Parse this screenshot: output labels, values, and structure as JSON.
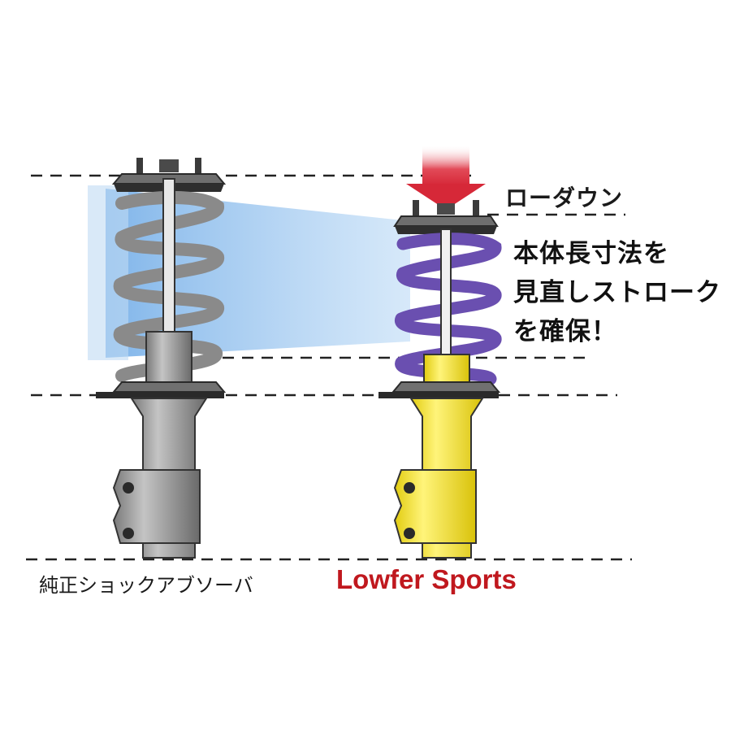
{
  "labels": {
    "lowdown": "ローダウン",
    "feature_lines": [
      "本体長寸法を",
      "見直しストローク",
      "を確保！"
    ],
    "stock_caption": "純正ショックアブソーバ",
    "product_caption": "Lowfer Sports"
  },
  "colors": {
    "stock_body": "#9a9a9a",
    "stock_spring": "#8a8a8a",
    "product_body": "#f2e23a",
    "product_spring": "#6a4fb0",
    "arrow": "#e23a48",
    "beam": "#7fb6ea",
    "caption_red": "#c0181e"
  },
  "icons": {
    "arrow": "down-arrow-icon"
  }
}
